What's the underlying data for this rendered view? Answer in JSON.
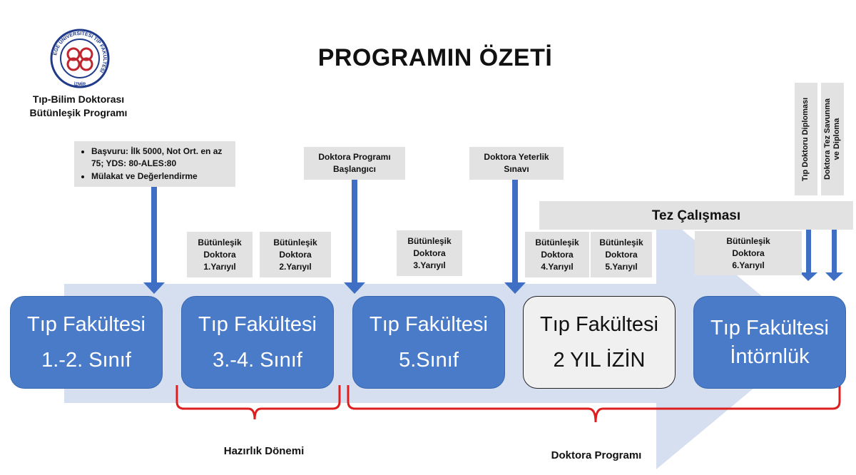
{
  "logo": {
    "ring_text": "EGE ÜNİVERSİTESİ TIP FAKÜLTESİ",
    "city": "İZMİR",
    "colors": {
      "ring": "#1f3b8a",
      "emblem": "#c0262e"
    }
  },
  "header": {
    "title": "PROGRAMIN ÖZETİ",
    "subtitle_line1": "Tıp-Bilim Doktorası",
    "subtitle_line2": "Bütünleşik Programı"
  },
  "milestones": {
    "application": {
      "bullet1": "Başvuru: İlk 5000, Not Ort. en az 75; YDS: 80-ALES:80",
      "bullet2": "Mülakat ve Değerlendirme"
    },
    "phd_start_line1": "Doktora Programı",
    "phd_start_line2": "Başlangıcı",
    "qualifying_line1": "Doktora Yeterlik",
    "qualifying_line2": "Sınavı",
    "md_diploma": "Tıp Doktoru Diploması",
    "thesis_defense_line1": "Doktora Tez Savunma",
    "thesis_defense_line2": "ve Diploma"
  },
  "thesis_work": "Tez Çalışması",
  "semesters": [
    {
      "line1": "Bütünleşik",
      "line2": "Doktora",
      "line3": "1.Yarıyıl"
    },
    {
      "line1": "Bütünleşik",
      "line2": "Doktora",
      "line3": "2.Yarıyıl"
    },
    {
      "line1": "Bütünleşik",
      "line2": "Doktora",
      "line3": "3.Yarıyıl"
    },
    {
      "line1": "Bütünleşik",
      "line2": "Doktora",
      "line3": "4.Yarıyıl"
    },
    {
      "line1": "Bütünleşik",
      "line2": "Doktora",
      "line3": "5.Yarıyıl"
    },
    {
      "line1": "Bütünleşik",
      "line2": "Doktora",
      "line3": "6.Yarıyıl"
    }
  ],
  "stages": [
    {
      "line1": "Tıp Fakültesi",
      "line2": "1.-2. Sınıf"
    },
    {
      "line1": "Tıp Fakültesi",
      "line2": "3.-4. Sınıf"
    },
    {
      "line1": "Tıp Fakültesi",
      "line2": "5.Sınıf"
    },
    {
      "line1": "Tıp Fakültesi",
      "line2": "2 YIL İZİN"
    },
    {
      "line1": "Tıp Fakültesi",
      "line2": "İntörnlük"
    }
  ],
  "periods": {
    "preparation": "Hazırlık Dönemi",
    "phd_program": "Doktora Programı"
  },
  "colors": {
    "stage_blue": "#4a7bc8",
    "stage_light": "#f0f0f0",
    "arrow_blue": "#3f6fc4",
    "big_arrow": "#d5dff0",
    "label_gray": "#e2e2e2",
    "bracket_red": "#dd1f1f"
  }
}
